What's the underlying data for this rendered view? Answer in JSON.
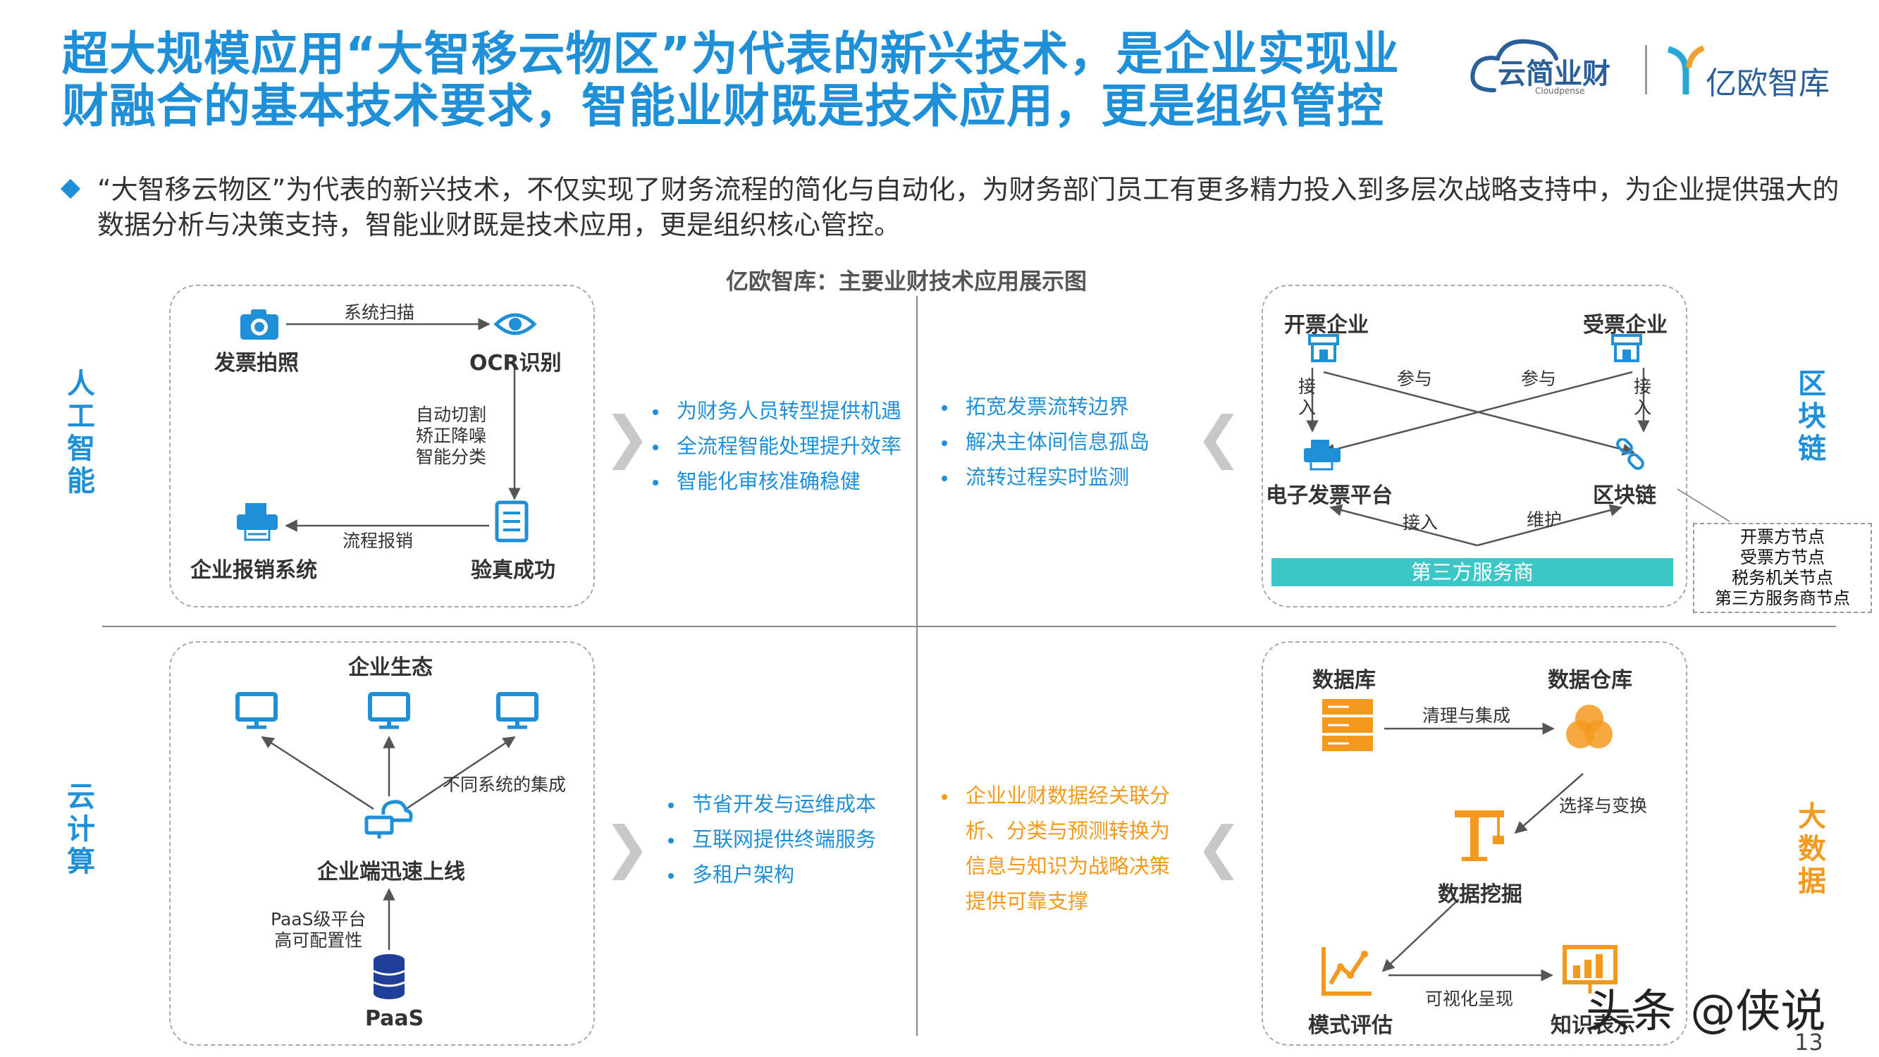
{
  "title": "超大规模应用“大智移云物区”为代表的新兴技术，是企业实现业财融合的基本技术要求，智能业财既是技术应用，更是组织管控",
  "logos": {
    "yun_text": "云简业财",
    "yun_sub": "Cloudpense",
    "yiou_text": "亿欧智库"
  },
  "intro": "“大智移云物区”为代表的新兴技术，不仅实现了财务流程的简化与自动化，为财务部门员工有更多精力投入到多层次战略支持中，为企业提供强大的数据分析与决策支持，智能业财既是技术应用，更是组织核心管控。",
  "figure_title": "亿欧智库：主要业财技术应用展示图",
  "ai": {
    "label": "人工智能",
    "n1": "发票拍照",
    "n2": "OCR识别",
    "n3": "验真成功",
    "n4": "企业报销系统",
    "e12": "系统扫描",
    "e23_1": "自动切割",
    "e23_2": "矫正降噪",
    "e23_3": "智能分类",
    "e34": "流程报销",
    "benefits": [
      "为财务人员转型提供机遇",
      "全流程智能处理提升效率",
      "智能化审核准确稳健"
    ]
  },
  "blockchain": {
    "label": "区块链",
    "n_issuer": "开票企业",
    "n_receiver": "受票企业",
    "n_platform": "电子发票平台",
    "n_chain": "区块链",
    "e_join": "接入",
    "e_part": "参与",
    "e_maint": "维护",
    "e_access": "接入",
    "third_party": "第三方服务商",
    "nodes": [
      "开票方节点",
      "受票方节点",
      "税务机关节点",
      "第三方服务商节点"
    ],
    "benefits": [
      "拓宽发票流转边界",
      "解决主体间信息孤岛",
      "流转过程实时监测"
    ]
  },
  "cloud": {
    "label": "云计算",
    "eco": "企业生态",
    "integ": "不同系统的集成",
    "launch": "企业端迅速上线",
    "paas_note_1": "PaaS级平台",
    "paas_note_2": "高可配置性",
    "paas": "PaaS",
    "benefits": [
      "节省开发与运维成本",
      "互联网提供终端服务",
      "多租户架构"
    ]
  },
  "bigdata": {
    "label": "大数据",
    "db": "数据库",
    "dw": "数据仓库",
    "mining": "数据挖掘",
    "eval": "模式评估",
    "knowledge": "知识表示",
    "e_clean": "清理与集成",
    "e_select": "选择与变换",
    "e_visual": "可视化呈现",
    "benefits": [
      "企业业财数据经关联分",
      "析、分类与预测转换为",
      "信息与知识为战略决策",
      "提供可靠支撑"
    ]
  },
  "watermark": "头条 @侠说",
  "page_number": "13",
  "colors": {
    "blue": "#1f8fd8",
    "orange": "#f39a1e",
    "teal": "#3cc6c6"
  }
}
